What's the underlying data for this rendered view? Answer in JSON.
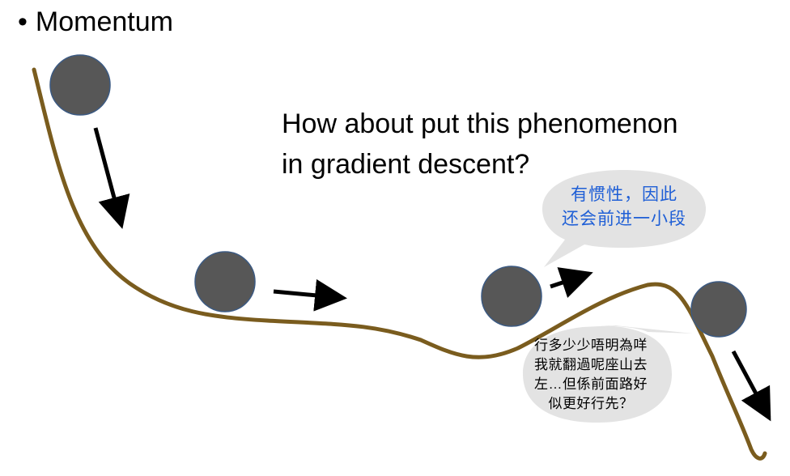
{
  "title": "Momentum",
  "question": {
    "line1": "How about put this phenomenon",
    "line2": "in gradient descent?"
  },
  "bubble_inertia": {
    "lines": [
      "有惯性，因此",
      "还会前进一小段"
    ],
    "color": "#1f5fd6"
  },
  "bubble_cantonese": {
    "lines": [
      "行多少少唔明為咩",
      "我就翻過呢座山去",
      "左…但係前面路好",
      "似更好行先？"
    ]
  },
  "colors": {
    "curve": "#7a5c1e",
    "ball_fill": "#575757",
    "ball_stroke": "#3c5a82",
    "bubble_fill": "#e3e3e3",
    "arrow": "#000000"
  },
  "icons": {
    "bullet": "bullet-dot-icon",
    "ball": "ball-icon",
    "arrow": "arrow-icon"
  }
}
